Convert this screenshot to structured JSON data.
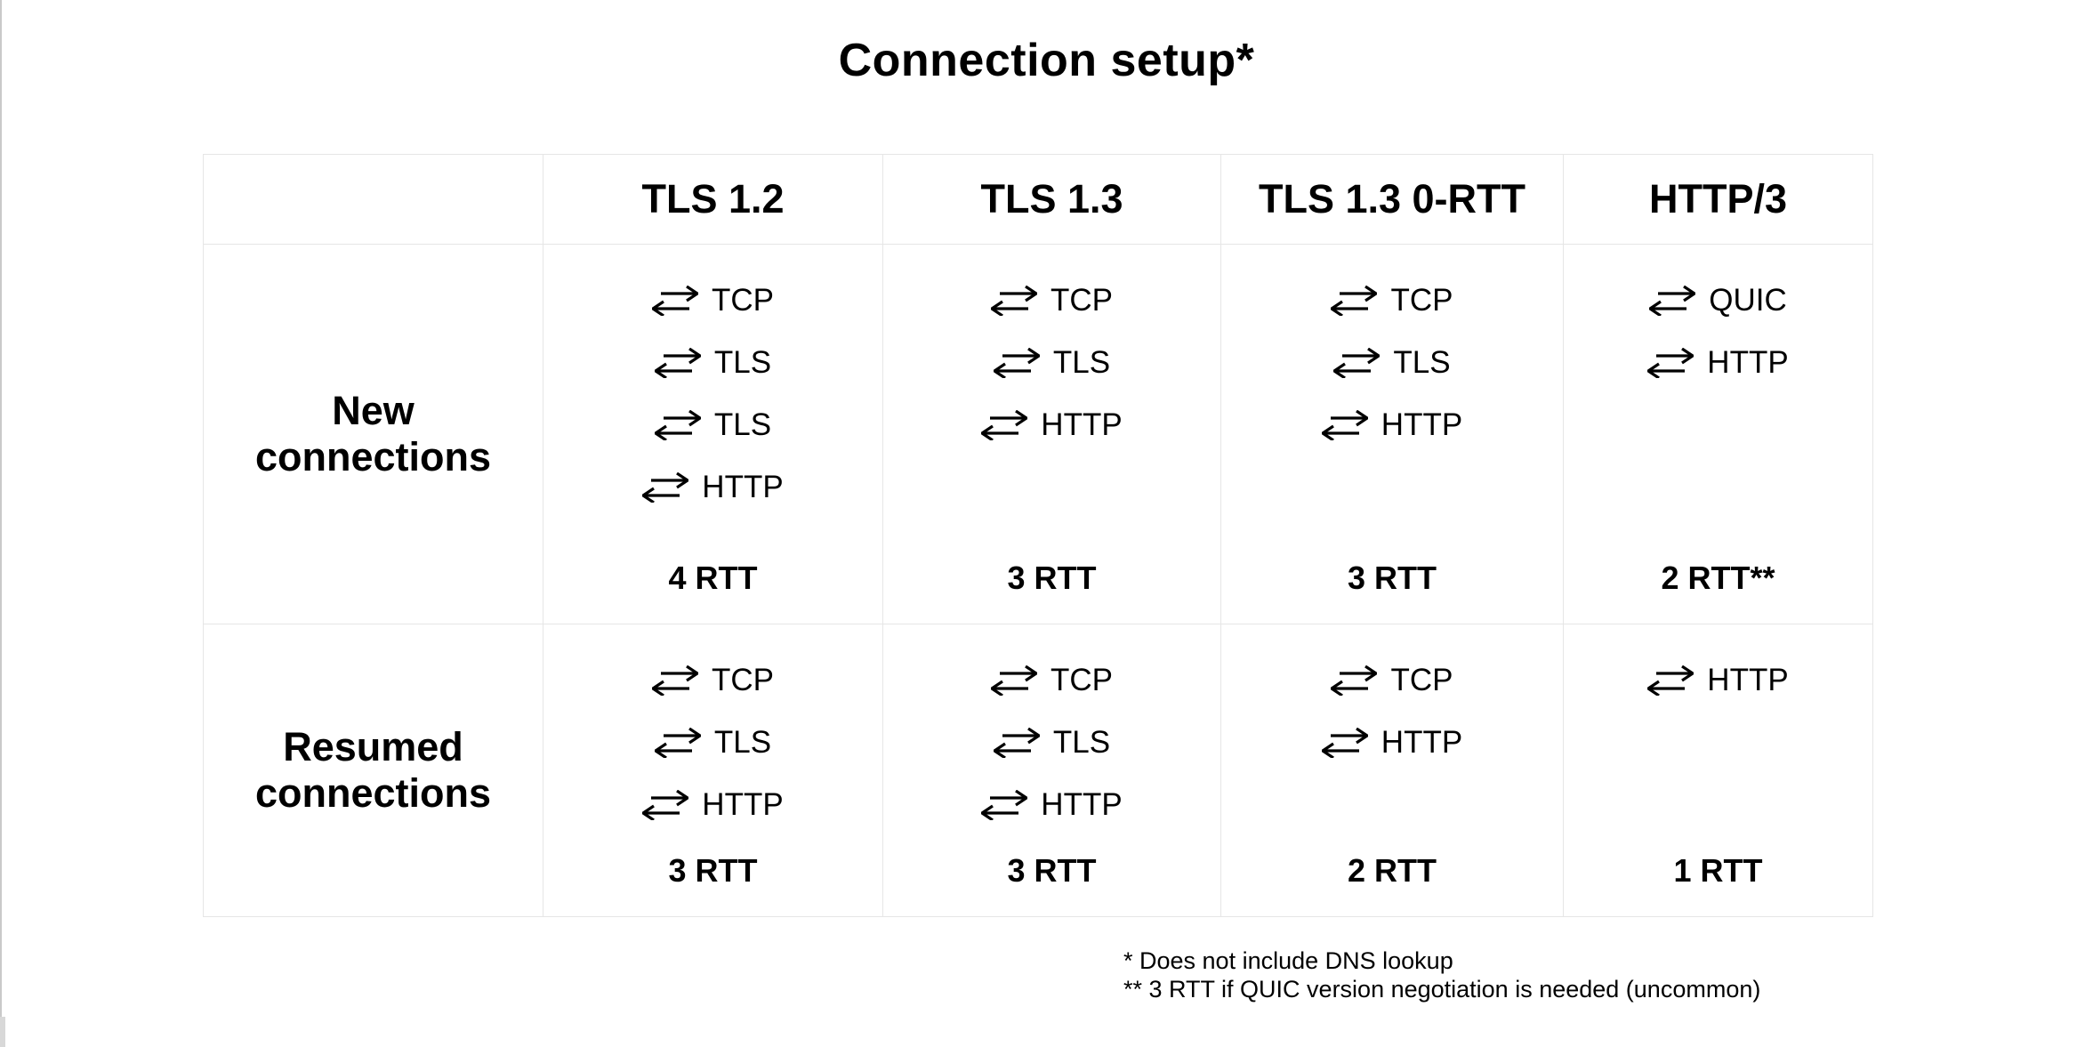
{
  "title": "Connection setup*",
  "table": {
    "columns": [
      "",
      "TLS 1.2",
      "TLS 1.3",
      "TLS 1.3 0-RTT",
      "HTTP/3"
    ],
    "rows": [
      {
        "label": "New\nconnections",
        "cells": [
          {
            "steps": [
              "TCP",
              "TLS",
              "TLS",
              "HTTP"
            ],
            "rtt": "4 RTT"
          },
          {
            "steps": [
              "TCP",
              "TLS",
              "HTTP"
            ],
            "rtt": "3 RTT"
          },
          {
            "steps": [
              "TCP",
              "TLS",
              "HTTP"
            ],
            "rtt": "3 RTT"
          },
          {
            "steps": [
              "QUIC",
              "HTTP"
            ],
            "rtt": "2 RTT**"
          }
        ]
      },
      {
        "label": "Resumed\nconnections",
        "cells": [
          {
            "steps": [
              "TCP",
              "TLS",
              "HTTP"
            ],
            "rtt": "3 RTT"
          },
          {
            "steps": [
              "TCP",
              "TLS",
              "HTTP"
            ],
            "rtt": "3 RTT"
          },
          {
            "steps": [
              "TCP",
              "HTTP"
            ],
            "rtt": "2 RTT"
          },
          {
            "steps": [
              "HTTP"
            ],
            "rtt": "1 RTT"
          }
        ]
      }
    ]
  },
  "footnotes": [
    "* Does not include DNS lookup",
    "** 3 RTT if QUIC version negotiation is needed (uncommon)"
  ],
  "icons": {
    "roundtrip": "roundtrip-arrows-icon"
  },
  "colors": {
    "background": "#ffffff",
    "text": "#000000",
    "table_border": "#e6e6e6",
    "page_edge": "#c9c9c9"
  }
}
